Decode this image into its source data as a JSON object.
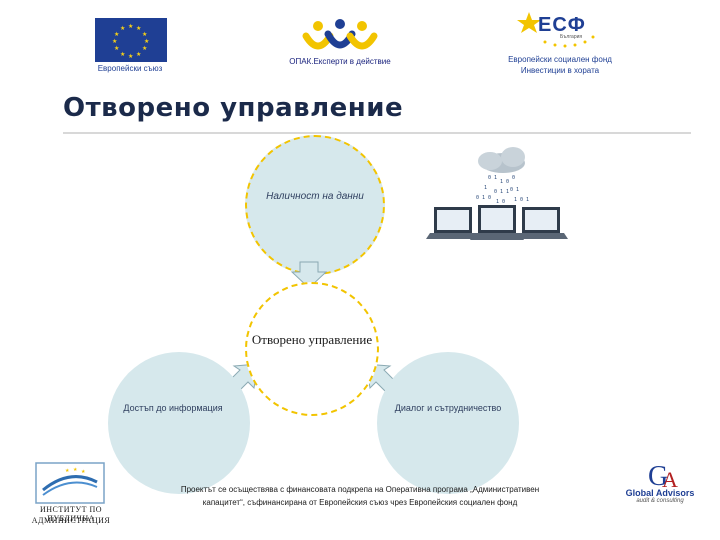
{
  "header": {
    "eu_caption": "Европейски съюз",
    "opak_caption": "ОПАК.Експерти в действие",
    "esf_logo_text": "ЕСФ",
    "esf_country": "България",
    "esf_caption_line1": "Европейски социален фонд",
    "esf_caption_line2": "Инвестиции в хората"
  },
  "slide": {
    "title": "Отворено управление"
  },
  "diagram": {
    "top_label": "Наличност на данни",
    "center_label": "Отворено управление",
    "left_label": "Достъп до информация",
    "right_label": "Диалог и сътрудничество",
    "colors": {
      "circle_fill": "#d6e8ec",
      "dashed_border": "#f2c400",
      "arrow_fill": "#d6e8ec",
      "arrow_stroke": "#8aa9b2"
    }
  },
  "footer": {
    "ipa_caption_line1": "ИНСТИТУТ ПО ПУБЛИЧНА",
    "ipa_caption_line2": "АДМИНИСТРАЦИЯ",
    "project_text": "Проектът се осъществява с финансовата подкрепа на Оперативна програма „Административен капацитет“, съфинансирана от Европейския съюз чрез Европейския социален фонд",
    "ga_name": "Global Advisors",
    "ga_sub": "audit & consulting"
  }
}
